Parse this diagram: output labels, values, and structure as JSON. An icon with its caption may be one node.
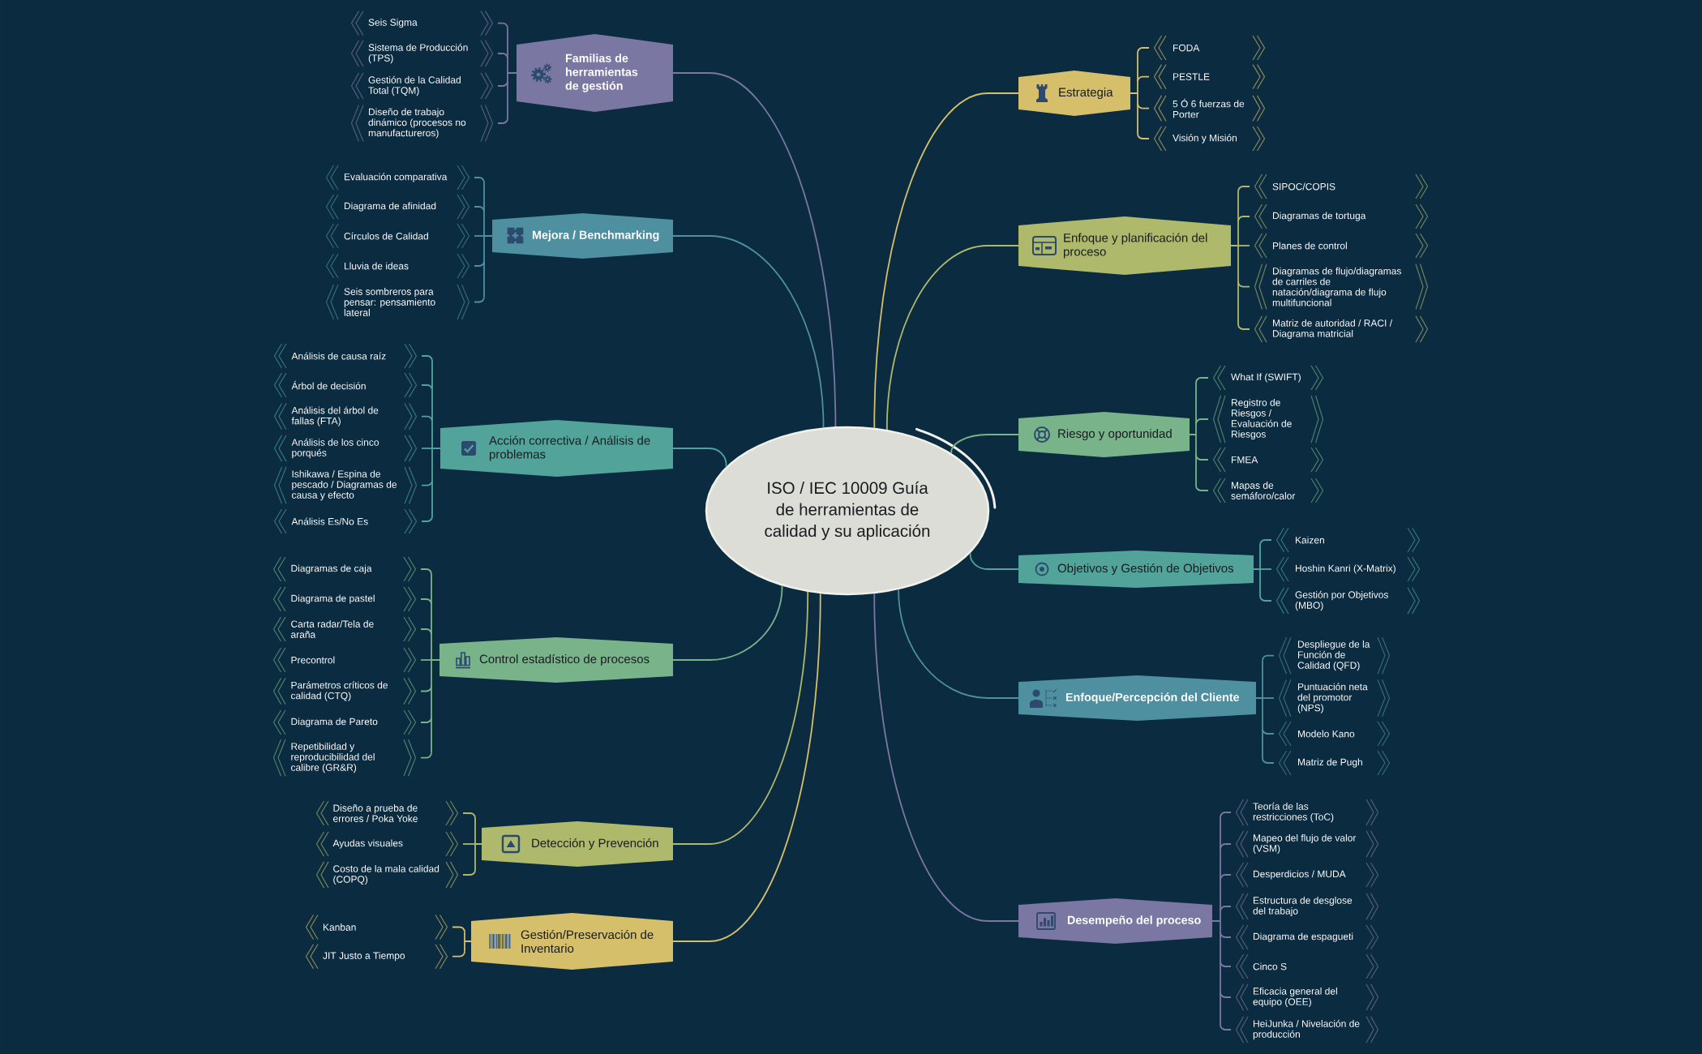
{
  "diagram": {
    "nodes": [
      {
        "text": [
          "ISO / IEC 10009 Guía de herramientas de calidad y su aplicación"
        ]
      },
      {
        "text": [
          "Familias de herramientas de gestión"
        ]
      },
      {
        "text": [
          "Seis Sigma"
        ]
      },
      {
        "text": [
          "Sistema de Producción (TPS)"
        ]
      },
      {
        "text": [
          "Gestión de la Calidad Total (TQM)"
        ]
      },
      {
        "text": [
          "Diseño de trabajo dinámico (procesos no manufactureros)"
        ]
      },
      {
        "text": [
          "Mejora / Benchmarking"
        ]
      },
      {
        "text": [
          "Evaluación comparativa"
        ]
      },
      {
        "text": [
          "Diagrama de afinidad"
        ]
      },
      {
        "text": [
          "Círculos de Calidad"
        ]
      },
      {
        "text": [
          "Lluvia de ideas"
        ]
      },
      {
        "text": [
          "Seis sombreros para pensar: pensamiento lateral"
        ]
      },
      {
        "text": [
          "Acción correctiva / Análisis de problemas"
        ]
      },
      {
        "text": [
          "Análisis de causa raíz"
        ]
      },
      {
        "text": [
          "Árbol de decisión"
        ]
      },
      {
        "text": [
          "Análisis del árbol de fallas (FTA)"
        ]
      },
      {
        "text": [
          "Análisis de los cinco porqués"
        ]
      },
      {
        "text": [
          "Ishikawa / Espina de pescado / Diagramas de causa y efecto"
        ]
      },
      {
        "text": [
          "Análisis Es/No Es"
        ]
      },
      {
        "text": [
          "Control estadístico de procesos"
        ]
      },
      {
        "text": [
          "Diagramas de caja"
        ]
      },
      {
        "text": [
          "Diagrama de pastel"
        ]
      },
      {
        "text": [
          "Carta radar/Tela de araña"
        ]
      },
      {
        "text": [
          "Precontrol"
        ]
      },
      {
        "text": [
          "Parámetros críticos de calidad (CTQ)"
        ]
      },
      {
        "text": [
          "Diagrama de Pareto"
        ]
      },
      {
        "text": [
          "Repetibilidad y reproducibilidad del calibre (GR&R)"
        ]
      },
      {
        "text": [
          "Detección y Prevención"
        ]
      },
      {
        "text": [
          "Diseño a prueba de errores / Poka Yoke"
        ]
      },
      {
        "text": [
          "Ayudas visuales"
        ]
      },
      {
        "text": [
          "Costo de la mala calidad (COPQ)"
        ]
      },
      {
        "text": [
          "Gestión/Preservación de Inventario"
        ]
      },
      {
        "text": [
          "Kanban"
        ]
      },
      {
        "text": [
          "JIT Justo a Tiempo"
        ]
      },
      {
        "text": [
          "Estrategia"
        ]
      },
      {
        "text": [
          "FODA"
        ]
      },
      {
        "text": [
          "PESTLE"
        ]
      },
      {
        "text": [
          "5 Ó 6 fuerzas de Porter"
        ]
      },
      {
        "text": [
          "Visión y Misión"
        ]
      },
      {
        "text": [
          "Enfoque y planificación del proceso"
        ]
      },
      {
        "text": [
          "SIPOC/COPIS"
        ]
      },
      {
        "text": [
          "Diagramas de tortuga"
        ]
      },
      {
        "text": [
          "Planes de control"
        ]
      },
      {
        "text": [
          "Diagramas de flujo/diagramas de carriles de natación/diagrama de flujo multifuncional"
        ]
      },
      {
        "text": [
          "Matriz de autoridad / RACI / Diagrama matricial"
        ]
      },
      {
        "text": [
          "Riesgo y oportunidad"
        ]
      },
      {
        "text": [
          "What If (SWIFT)"
        ]
      },
      {
        "text": [
          "Registro de Riesgos / Evaluación de Riesgos"
        ]
      },
      {
        "text": [
          "FMEA"
        ]
      },
      {
        "text": [
          "Mapas de semáforo/calor"
        ]
      },
      {
        "text": [
          "Objetivos y Gestión de Objetivos"
        ]
      },
      {
        "text": [
          "Kaizen"
        ]
      },
      {
        "text": [
          "Hoshin Kanri (X-Matrix)"
        ]
      },
      {
        "text": [
          "Gestión por Objetivos (MBO)"
        ]
      },
      {
        "text": [
          "Enfoque/Percepción del Cliente"
        ]
      },
      {
        "text": [
          "Despliegue de la Función de Calidad (QFD)"
        ]
      },
      {
        "text": [
          "Puntuación neta del promotor (NPS)"
        ]
      },
      {
        "text": [
          "Modelo Kano"
        ]
      },
      {
        "text": [
          "Matriz de Pugh"
        ]
      },
      {
        "text": [
          "Desempeño del proceso"
        ]
      },
      {
        "text": [
          "Teoría de las restricciones (ToC)"
        ]
      },
      {
        "text": [
          "Mapeo del flujo de valor (VSM)"
        ]
      },
      {
        "text": [
          "Desperdicios / MUDA"
        ]
      },
      {
        "text": [
          "Estructura de desglose del trabajo"
        ]
      },
      {
        "text": [
          "Diagrama de espagueti"
        ]
      },
      {
        "text": [
          "Cinco S"
        ]
      },
      {
        "text": [
          "Eficacia general del equipo (OEE)"
        ]
      },
      {
        "text": [
          "HeiJunka / Nivelación de producción"
        ]
      }
    ],
    "edges": [
      {
        "from": 0,
        "to": 1,
        "arrow": "none",
        "color": "#7a78a3"
      },
      {
        "from": 1,
        "to": 2,
        "arrow": "none",
        "color": "#7a78a3"
      },
      {
        "from": 1,
        "to": 3,
        "arrow": "none",
        "color": "#7a78a3"
      },
      {
        "from": 1,
        "to": 4,
        "arrow": "none",
        "color": "#7a78a3"
      },
      {
        "from": 1,
        "to": 5,
        "arrow": "none",
        "color": "#7a78a3"
      },
      {
        "from": 0,
        "to": 6,
        "arrow": "none",
        "color": "#4e8fa0"
      },
      {
        "from": 6,
        "to": 7,
        "arrow": "none",
        "color": "#4e8fa0"
      },
      {
        "from": 6,
        "to": 8,
        "arrow": "none",
        "color": "#4e8fa0"
      },
      {
        "from": 6,
        "to": 9,
        "arrow": "none",
        "color": "#4e8fa0"
      },
      {
        "from": 6,
        "to": 10,
        "arrow": "none",
        "color": "#4e8fa0"
      },
      {
        "from": 6,
        "to": 11,
        "arrow": "none",
        "color": "#4e8fa0"
      },
      {
        "from": 0,
        "to": 12,
        "arrow": "none",
        "color": "#52a49b"
      },
      {
        "from": 12,
        "to": 13,
        "arrow": "none",
        "color": "#52a49b"
      },
      {
        "from": 12,
        "to": 14,
        "arrow": "none",
        "color": "#52a49b"
      },
      {
        "from": 12,
        "to": 15,
        "arrow": "none",
        "color": "#52a49b"
      },
      {
        "from": 12,
        "to": 16,
        "arrow": "none",
        "color": "#52a49b"
      },
      {
        "from": 12,
        "to": 17,
        "arrow": "none",
        "color": "#52a49b"
      },
      {
        "from": 12,
        "to": 18,
        "arrow": "none",
        "color": "#52a49b"
      },
      {
        "from": 0,
        "to": 19,
        "arrow": "none",
        "color": "#78b38a"
      },
      {
        "from": 19,
        "to": 20,
        "arrow": "none",
        "color": "#78b38a"
      },
      {
        "from": 19,
        "to": 21,
        "arrow": "none",
        "color": "#78b38a"
      },
      {
        "from": 19,
        "to": 22,
        "arrow": "none",
        "color": "#78b38a"
      },
      {
        "from": 19,
        "to": 23,
        "arrow": "none",
        "color": "#78b38a"
      },
      {
        "from": 19,
        "to": 24,
        "arrow": "none",
        "color": "#78b38a"
      },
      {
        "from": 19,
        "to": 25,
        "arrow": "none",
        "color": "#78b38a"
      },
      {
        "from": 19,
        "to": 26,
        "arrow": "none",
        "color": "#78b38a"
      },
      {
        "from": 0,
        "to": 27,
        "arrow": "none",
        "color": "#aeb96b"
      },
      {
        "from": 27,
        "to": 28,
        "arrow": "none",
        "color": "#aeb96b"
      },
      {
        "from": 27,
        "to": 29,
        "arrow": "none",
        "color": "#aeb96b"
      },
      {
        "from": 27,
        "to": 30,
        "arrow": "none",
        "color": "#aeb96b"
      },
      {
        "from": 0,
        "to": 31,
        "arrow": "none",
        "color": "#d5bf6a"
      },
      {
        "from": 31,
        "to": 32,
        "arrow": "none",
        "color": "#d5bf6a"
      },
      {
        "from": 31,
        "to": 33,
        "arrow": "none",
        "color": "#d5bf6a"
      },
      {
        "from": 0,
        "to": 34,
        "arrow": "none",
        "color": "#d5bf6a"
      },
      {
        "from": 34,
        "to": 35,
        "arrow": "none",
        "color": "#d5bf6a"
      },
      {
        "from": 34,
        "to": 36,
        "arrow": "none",
        "color": "#d5bf6a"
      },
      {
        "from": 34,
        "to": 37,
        "arrow": "none",
        "color": "#d5bf6a"
      },
      {
        "from": 34,
        "to": 38,
        "arrow": "none",
        "color": "#d5bf6a"
      },
      {
        "from": 0,
        "to": 39,
        "arrow": "none",
        "color": "#aeb96b"
      },
      {
        "from": 39,
        "to": 40,
        "arrow": "none",
        "color": "#aeb96b"
      },
      {
        "from": 39,
        "to": 41,
        "arrow": "none",
        "color": "#aeb96b"
      },
      {
        "from": 39,
        "to": 42,
        "arrow": "none",
        "color": "#aeb96b"
      },
      {
        "from": 39,
        "to": 43,
        "arrow": "none",
        "color": "#aeb96b"
      },
      {
        "from": 39,
        "to": 44,
        "arrow": "none",
        "color": "#aeb96b"
      },
      {
        "from": 0,
        "to": 45,
        "arrow": "none",
        "color": "#78b38a"
      },
      {
        "from": 45,
        "to": 46,
        "arrow": "none",
        "color": "#78b38a"
      },
      {
        "from": 45,
        "to": 47,
        "arrow": "none",
        "color": "#78b38a"
      },
      {
        "from": 45,
        "to": 48,
        "arrow": "none",
        "color": "#78b38a"
      },
      {
        "from": 45,
        "to": 49,
        "arrow": "none",
        "color": "#78b38a"
      },
      {
        "from": 0,
        "to": 50,
        "arrow": "none",
        "color": "#52a49b"
      },
      {
        "from": 50,
        "to": 51,
        "arrow": "none",
        "color": "#52a49b"
      },
      {
        "from": 50,
        "to": 52,
        "arrow": "none",
        "color": "#52a49b"
      },
      {
        "from": 50,
        "to": 53,
        "arrow": "none",
        "color": "#52a49b"
      },
      {
        "from": 0,
        "to": 54,
        "arrow": "none",
        "color": "#4e8fa0"
      },
      {
        "from": 54,
        "to": 55,
        "arrow": "none",
        "color": "#4e8fa0"
      },
      {
        "from": 54,
        "to": 56,
        "arrow": "none",
        "color": "#4e8fa0"
      },
      {
        "from": 54,
        "to": 57,
        "arrow": "none",
        "color": "#4e8fa0"
      },
      {
        "from": 54,
        "to": 58,
        "arrow": "none",
        "color": "#4e8fa0"
      },
      {
        "from": 0,
        "to": 59,
        "arrow": "none",
        "color": "#7a78a3"
      },
      {
        "from": 59,
        "to": 60,
        "arrow": "none",
        "color": "#7a78a3"
      },
      {
        "from": 59,
        "to": 61,
        "arrow": "none",
        "color": "#7a78a3"
      },
      {
        "from": 59,
        "to": 62,
        "arrow": "none",
        "color": "#7a78a3"
      },
      {
        "from": 59,
        "to": 63,
        "arrow": "none",
        "color": "#7a78a3"
      },
      {
        "from": 59,
        "to": 64,
        "arrow": "none",
        "color": "#7a78a3"
      },
      {
        "from": 59,
        "to": 65,
        "arrow": "none",
        "color": "#7a78a3"
      },
      {
        "from": 59,
        "to": 66,
        "arrow": "none",
        "color": "#7a78a3"
      },
      {
        "from": 59,
        "to": 67,
        "arrow": "none",
        "color": "#7a78a3"
      }
    ]
  }
}
